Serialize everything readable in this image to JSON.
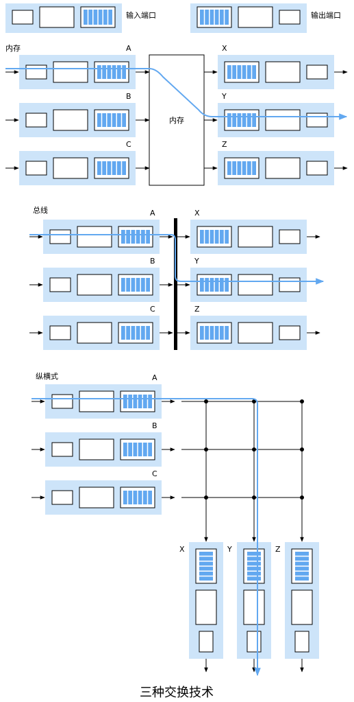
{
  "legend": {
    "input_port": "输入端口",
    "output_port": "输出端口"
  },
  "sections": {
    "memory": {
      "title": "内存",
      "center_label": "内存",
      "inputs": [
        "A",
        "B",
        "C"
      ],
      "outputs": [
        "X",
        "Y",
        "Z"
      ]
    },
    "bus": {
      "title": "总线",
      "inputs": [
        "A",
        "B",
        "C"
      ],
      "outputs": [
        "X",
        "Y",
        "Z"
      ]
    },
    "crossbar": {
      "title": "纵横式",
      "inputs": [
        "A",
        "B",
        "C"
      ],
      "outputs": [
        "X",
        "Y",
        "Z"
      ]
    }
  },
  "caption": "三种交换技术",
  "colors": {
    "port_fill": "#cde4f9",
    "queue_fill": "#62a8f0",
    "path_line": "#62a8f0",
    "stroke": "#000000"
  }
}
